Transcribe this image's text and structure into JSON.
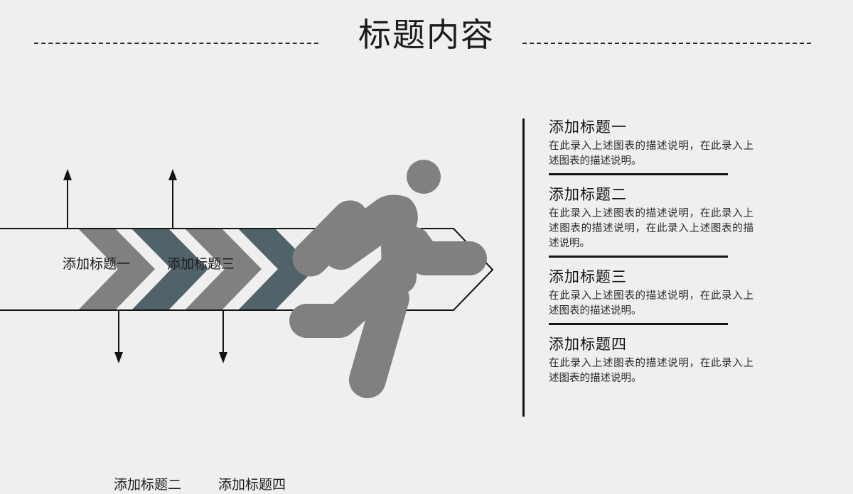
{
  "slide": {
    "background_color": "#efefee",
    "title": "标题内容"
  },
  "theme": {
    "accent_gray": "#808080",
    "accent_slate": "#50636b",
    "line_color": "#141414",
    "text_color": "#1b1b1b"
  },
  "diagram": {
    "name": "process-arrow-with-runner",
    "arrow_band": {
      "fill": "#efefee",
      "stroke": "#141414"
    },
    "chevrons": [
      {
        "index": 1,
        "color": "#808080"
      },
      {
        "index": 2,
        "color": "#50636b"
      },
      {
        "index": 3,
        "color": "#808080"
      },
      {
        "index": 4,
        "color": "#50636b"
      }
    ],
    "runner": {
      "icon": "running-person-icon",
      "color": "#808080"
    },
    "callouts": [
      {
        "id": "top-1",
        "label": "添加标题一",
        "direction": "up"
      },
      {
        "id": "top-3",
        "label": "添加标题三",
        "direction": "up"
      },
      {
        "id": "bottom-2",
        "label": "添加标题二",
        "direction": "down"
      },
      {
        "id": "bottom-4",
        "label": "添加标题四",
        "direction": "down"
      }
    ]
  },
  "panel": {
    "items": [
      {
        "title": "添加标题一",
        "body": "在此录入上述图表的描述说明，在此录入上述图表的描述说明。"
      },
      {
        "title": "添加标题二",
        "body": "在此录入上述图表的描述说明，在此录入上述图表的描述说明，在此录入上述图表的描述说明。"
      },
      {
        "title": "添加标题三",
        "body": "在此录入上述图表的描述说明，在此录入上述图表的描述说明。"
      },
      {
        "title": "添加标题四",
        "body": "在此录入上述图表的描述说明，在此录入上述图表的描述说明。"
      }
    ]
  }
}
